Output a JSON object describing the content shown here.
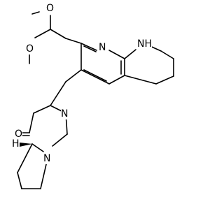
{
  "molecule": {
    "atom_labels": {
      "o_methoxy_top": "O",
      "o_methoxy_left": "O",
      "n_pyridine": "N",
      "nh_ring": "NH",
      "n_amide": "N",
      "o_carbonyl": "O",
      "n_bridge": "N",
      "h_stereo": "H"
    }
  }
}
